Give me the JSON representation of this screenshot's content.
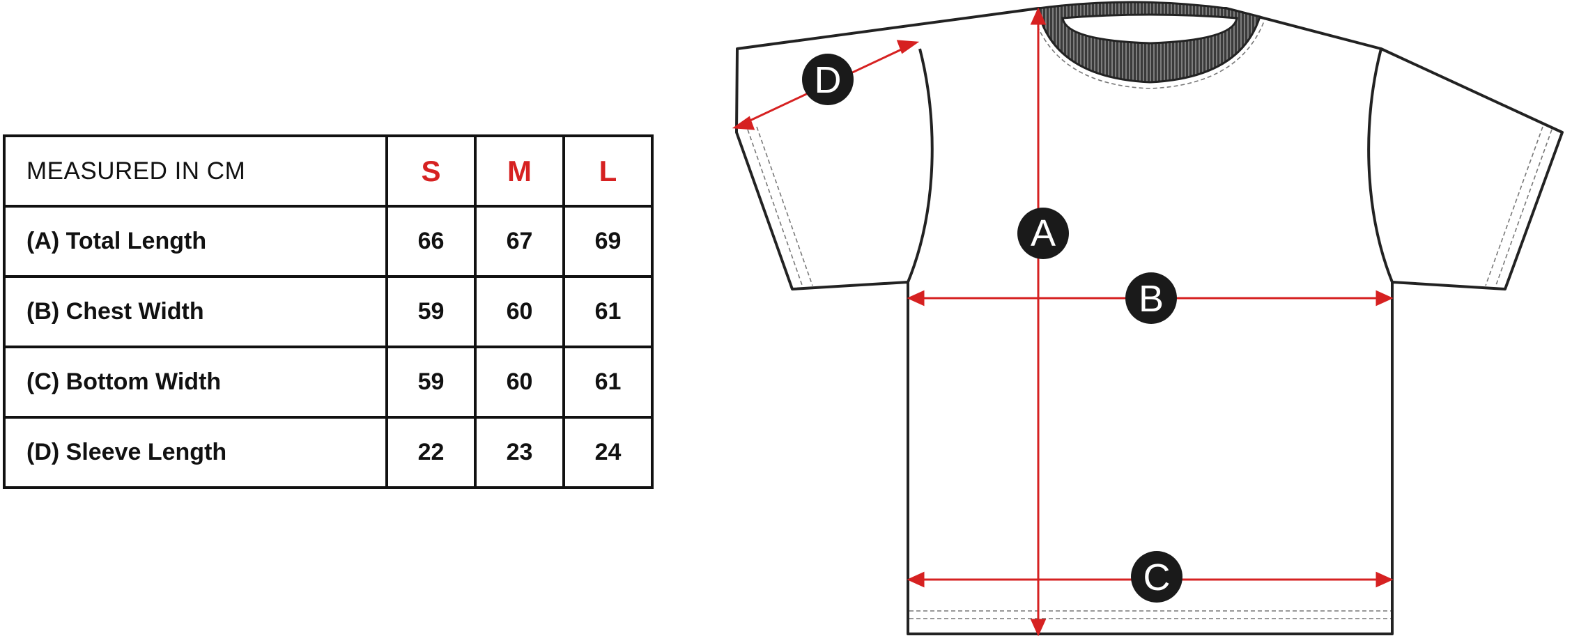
{
  "colors": {
    "accent": "#d62121",
    "ink": "#111111",
    "badge": "#1a1a1a"
  },
  "table": {
    "header_label": "MEASURED IN CM",
    "sizes": [
      "S",
      "M",
      "L"
    ],
    "rows": [
      {
        "label": "(A) Total Length",
        "values": [
          "66",
          "67",
          "69"
        ]
      },
      {
        "label": "(B) Chest Width",
        "values": [
          "59",
          "60",
          "61"
        ]
      },
      {
        "label": "(C) Bottom Width",
        "values": [
          "59",
          "60",
          "61"
        ]
      },
      {
        "label": "(D) Sleeve Length",
        "values": [
          "22",
          "23",
          "24"
        ]
      }
    ]
  },
  "diagram": {
    "markers": {
      "A": "A",
      "B": "B",
      "C": "C",
      "D": "D"
    }
  }
}
